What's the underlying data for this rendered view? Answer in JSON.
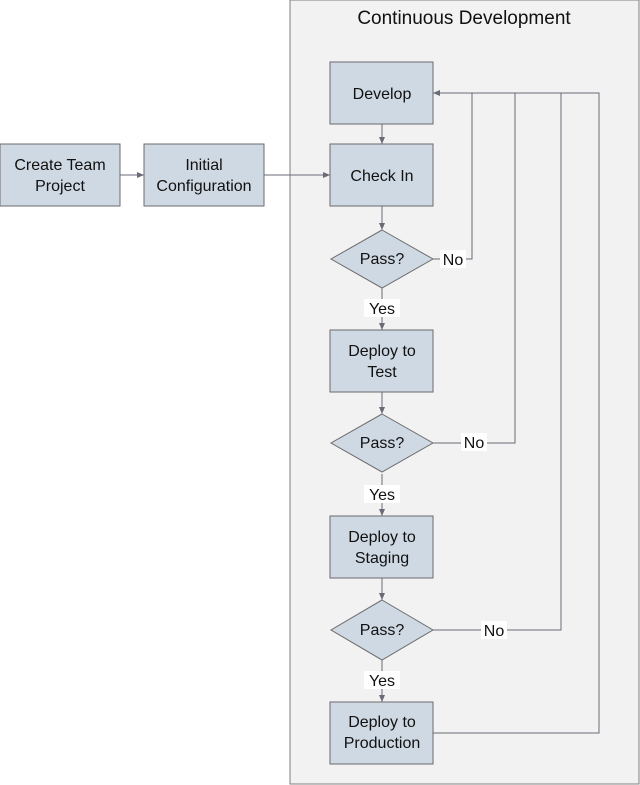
{
  "container": {
    "title": "Continuous Development"
  },
  "nodes": {
    "create_team_project": {
      "lines": [
        "Create Team",
        "Project"
      ]
    },
    "initial_configuration": {
      "lines": [
        "Initial",
        "Configuration"
      ]
    },
    "develop": {
      "lines": [
        "Develop"
      ]
    },
    "check_in": {
      "lines": [
        "Check In"
      ]
    },
    "pass_1": {
      "label": "Pass?"
    },
    "deploy_test": {
      "lines": [
        "Deploy to",
        "Test"
      ]
    },
    "pass_2": {
      "label": "Pass?"
    },
    "deploy_staging": {
      "lines": [
        "Deploy to",
        "Staging"
      ]
    },
    "pass_3": {
      "label": "Pass?"
    },
    "deploy_production": {
      "lines": [
        "Deploy to",
        "Production"
      ]
    }
  },
  "edge_labels": {
    "pass_1_yes": "Yes",
    "pass_1_no": "No",
    "pass_2_yes": "Yes",
    "pass_2_no": "No",
    "pass_3_yes": "Yes",
    "pass_3_no": "No"
  },
  "colors": {
    "box_fill": "#cfd9e4",
    "box_stroke": "#6b6b6b",
    "container_fill": "#f2f2f2",
    "container_stroke": "#7f7f7f",
    "connector": "#6a6a78"
  }
}
